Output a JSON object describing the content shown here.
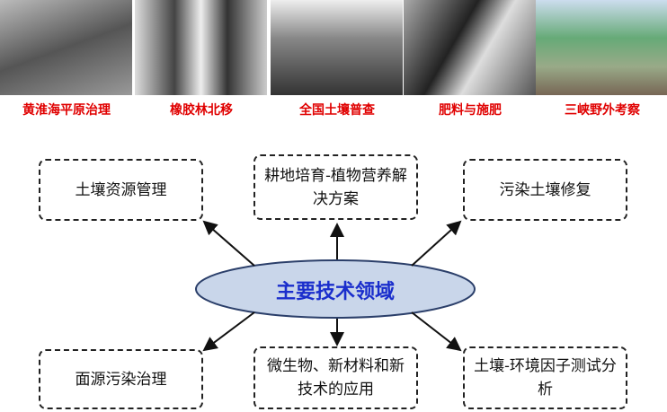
{
  "photos": [
    {
      "caption": "黄淮海平原治理"
    },
    {
      "caption": "橡胶林北移"
    },
    {
      "caption": "全国土壤普查"
    },
    {
      "caption": "肥料与施肥"
    },
    {
      "caption": "三峡野外考察"
    }
  ],
  "center": "主要技术领域",
  "areas": [
    "土壤资源管理",
    "耕地培育-植物营养解决方案",
    "污染土壤修复",
    "面源污染治理",
    "微生物、新材料和新技术的应用",
    "土壤-环境因子测试分析"
  ]
}
